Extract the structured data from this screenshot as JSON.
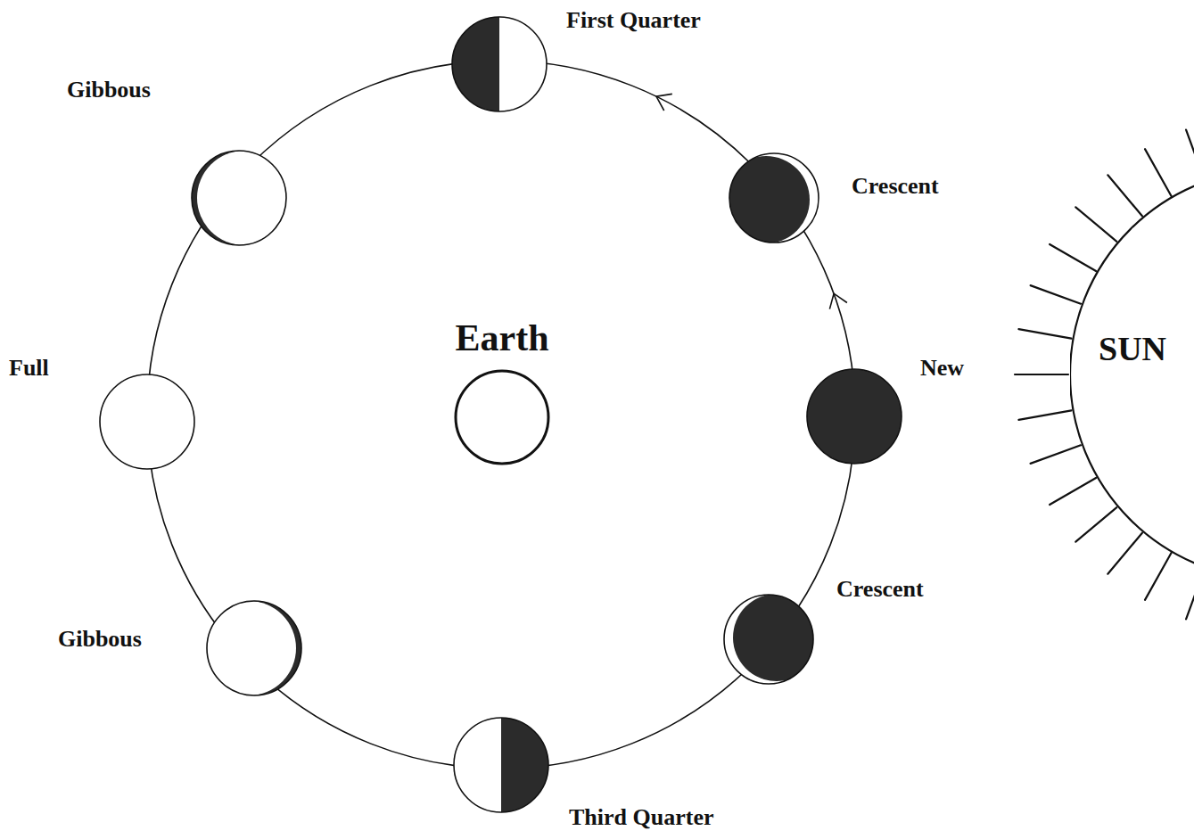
{
  "diagram": {
    "nodes": [
      {
        "text": [
          "Gibbous"
        ]
      },
      {
        "text": [
          "First Quarter"
        ]
      },
      {
        "text": [
          "Crescent"
        ]
      },
      {
        "text": [
          "Earth"
        ]
      },
      {
        "text": [
          "Full"
        ]
      },
      {
        "text": [
          "New"
        ]
      },
      {
        "text": [
          "SUN"
        ]
      },
      {
        "text": [
          "Crescent"
        ]
      },
      {
        "text": [
          "Gibbous"
        ]
      },
      {
        "text": [
          "Third Quarter"
        ]
      }
    ]
  }
}
